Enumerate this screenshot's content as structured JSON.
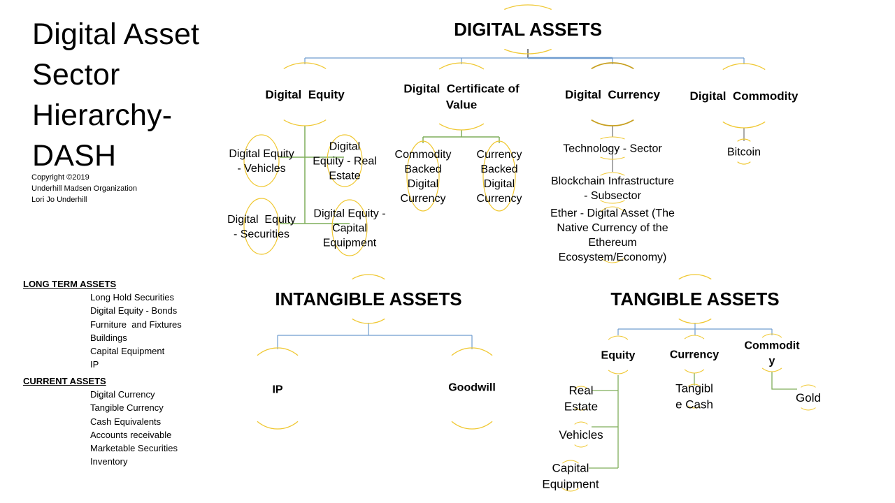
{
  "header": {
    "title_lines": [
      "Digital Asset",
      "Sector",
      "Hierarchy-",
      "DASH"
    ],
    "copyright_lines": [
      "Copyright ©2019",
      "Underhill Madsen Organization",
      "Lori Jo Underhill"
    ]
  },
  "asset_lists": {
    "long_term": {
      "heading": "LONG TERM ASSETS",
      "items": [
        "Long Hold Securities",
        "Digital Equity - Bonds",
        "Furniture  and Fixtures",
        "Buildings",
        "Capital Equipment",
        "IP"
      ]
    },
    "current": {
      "heading": "CURRENT ASSETS",
      "items": [
        "Digital Currency",
        "Tangible Currency",
        "Cash Equivalents",
        "Accounts receivable",
        "Marketable Securities",
        "Inventory"
      ]
    }
  },
  "colors": {
    "arc": "#f0c832",
    "arc_selected": "#c8a020",
    "connector_blue": "#6f9ccf",
    "connector_green": "#7fae5a",
    "connector_dark": "#555555"
  },
  "digital_assets": {
    "root": "DIGITAL ASSETS",
    "children": [
      {
        "label_lines": [
          "Digital  Equity"
        ],
        "children": [
          {
            "label_lines": [
              "Digital Equity",
              "- Vehicles"
            ]
          },
          {
            "label_lines": [
              "Digital",
              "Equity - Real",
              "Estate"
            ]
          },
          {
            "label_lines": [
              "Digital  Equity",
              "- Securities"
            ]
          },
          {
            "label_lines": [
              "Digital Equity -",
              "Capital",
              "Equipment"
            ]
          }
        ]
      },
      {
        "label_lines": [
          "Digital  Certificate of",
          "Value"
        ],
        "children": [
          {
            "label_lines": [
              "Commodity",
              "Backed",
              "Digital",
              "Currency"
            ]
          },
          {
            "label_lines": [
              "Currency",
              "Backed",
              "Digital",
              "Currency"
            ]
          }
        ]
      },
      {
        "label_lines": [
          "Digital  Currency"
        ],
        "selected": true,
        "children": [
          {
            "label_lines": [
              "Technology - Sector"
            ]
          },
          {
            "label_lines": [
              "Blockchain Infrastructure",
              "- Subsector"
            ]
          },
          {
            "label_lines": [
              "Ether - Digital Asset (The",
              "Native Currency of the",
              "Ethereum",
              "Ecosystem/Economy)"
            ]
          }
        ]
      },
      {
        "label_lines": [
          "Digital  Commodity"
        ],
        "children": [
          {
            "label_lines": [
              "Bitcoin"
            ]
          }
        ]
      }
    ]
  },
  "intangible_assets": {
    "root": "INTANGIBLE ASSETS",
    "children": [
      {
        "label_lines": [
          "IP"
        ]
      },
      {
        "label_lines": [
          "Goodwill"
        ]
      }
    ]
  },
  "tangible_assets": {
    "root": "TANGIBLE ASSETS",
    "children": [
      {
        "label_lines": [
          "Equity"
        ],
        "children": [
          {
            "label_lines": [
              "Real",
              "Estate"
            ]
          },
          {
            "label_lines": [
              "Vehicles"
            ]
          },
          {
            "label_lines": [
              "Capital",
              "Equipment"
            ]
          }
        ]
      },
      {
        "label_lines": [
          "Currency"
        ],
        "children": [
          {
            "label_lines": [
              "Tangibl",
              "e Cash"
            ]
          }
        ]
      },
      {
        "label_lines": [
          "Commodit",
          "y"
        ],
        "children": [
          {
            "label_lines": [
              "Gold"
            ]
          }
        ]
      }
    ]
  }
}
